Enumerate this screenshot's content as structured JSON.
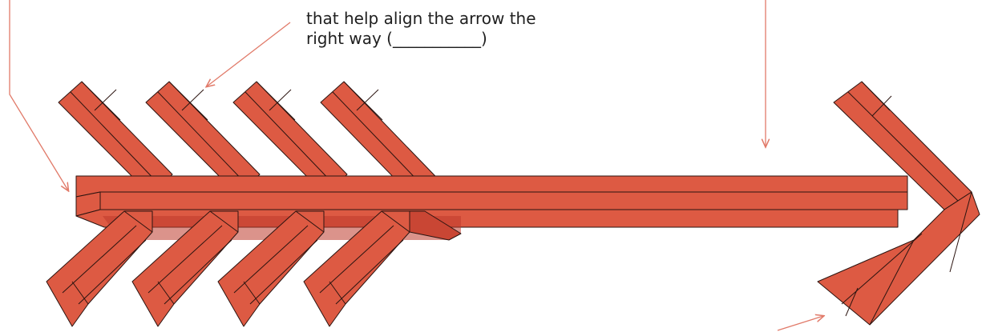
{
  "diagram": {
    "subject": "arrow",
    "annotation_lines": [
      "that help align the arrow the",
      "right way (___________)"
    ],
    "colors": {
      "body": "#dd5a43",
      "shadow": "#bd3a2c",
      "edge": "#2b1410",
      "pointer_line": "#e17a69",
      "text": "#1f1f1f"
    }
  }
}
